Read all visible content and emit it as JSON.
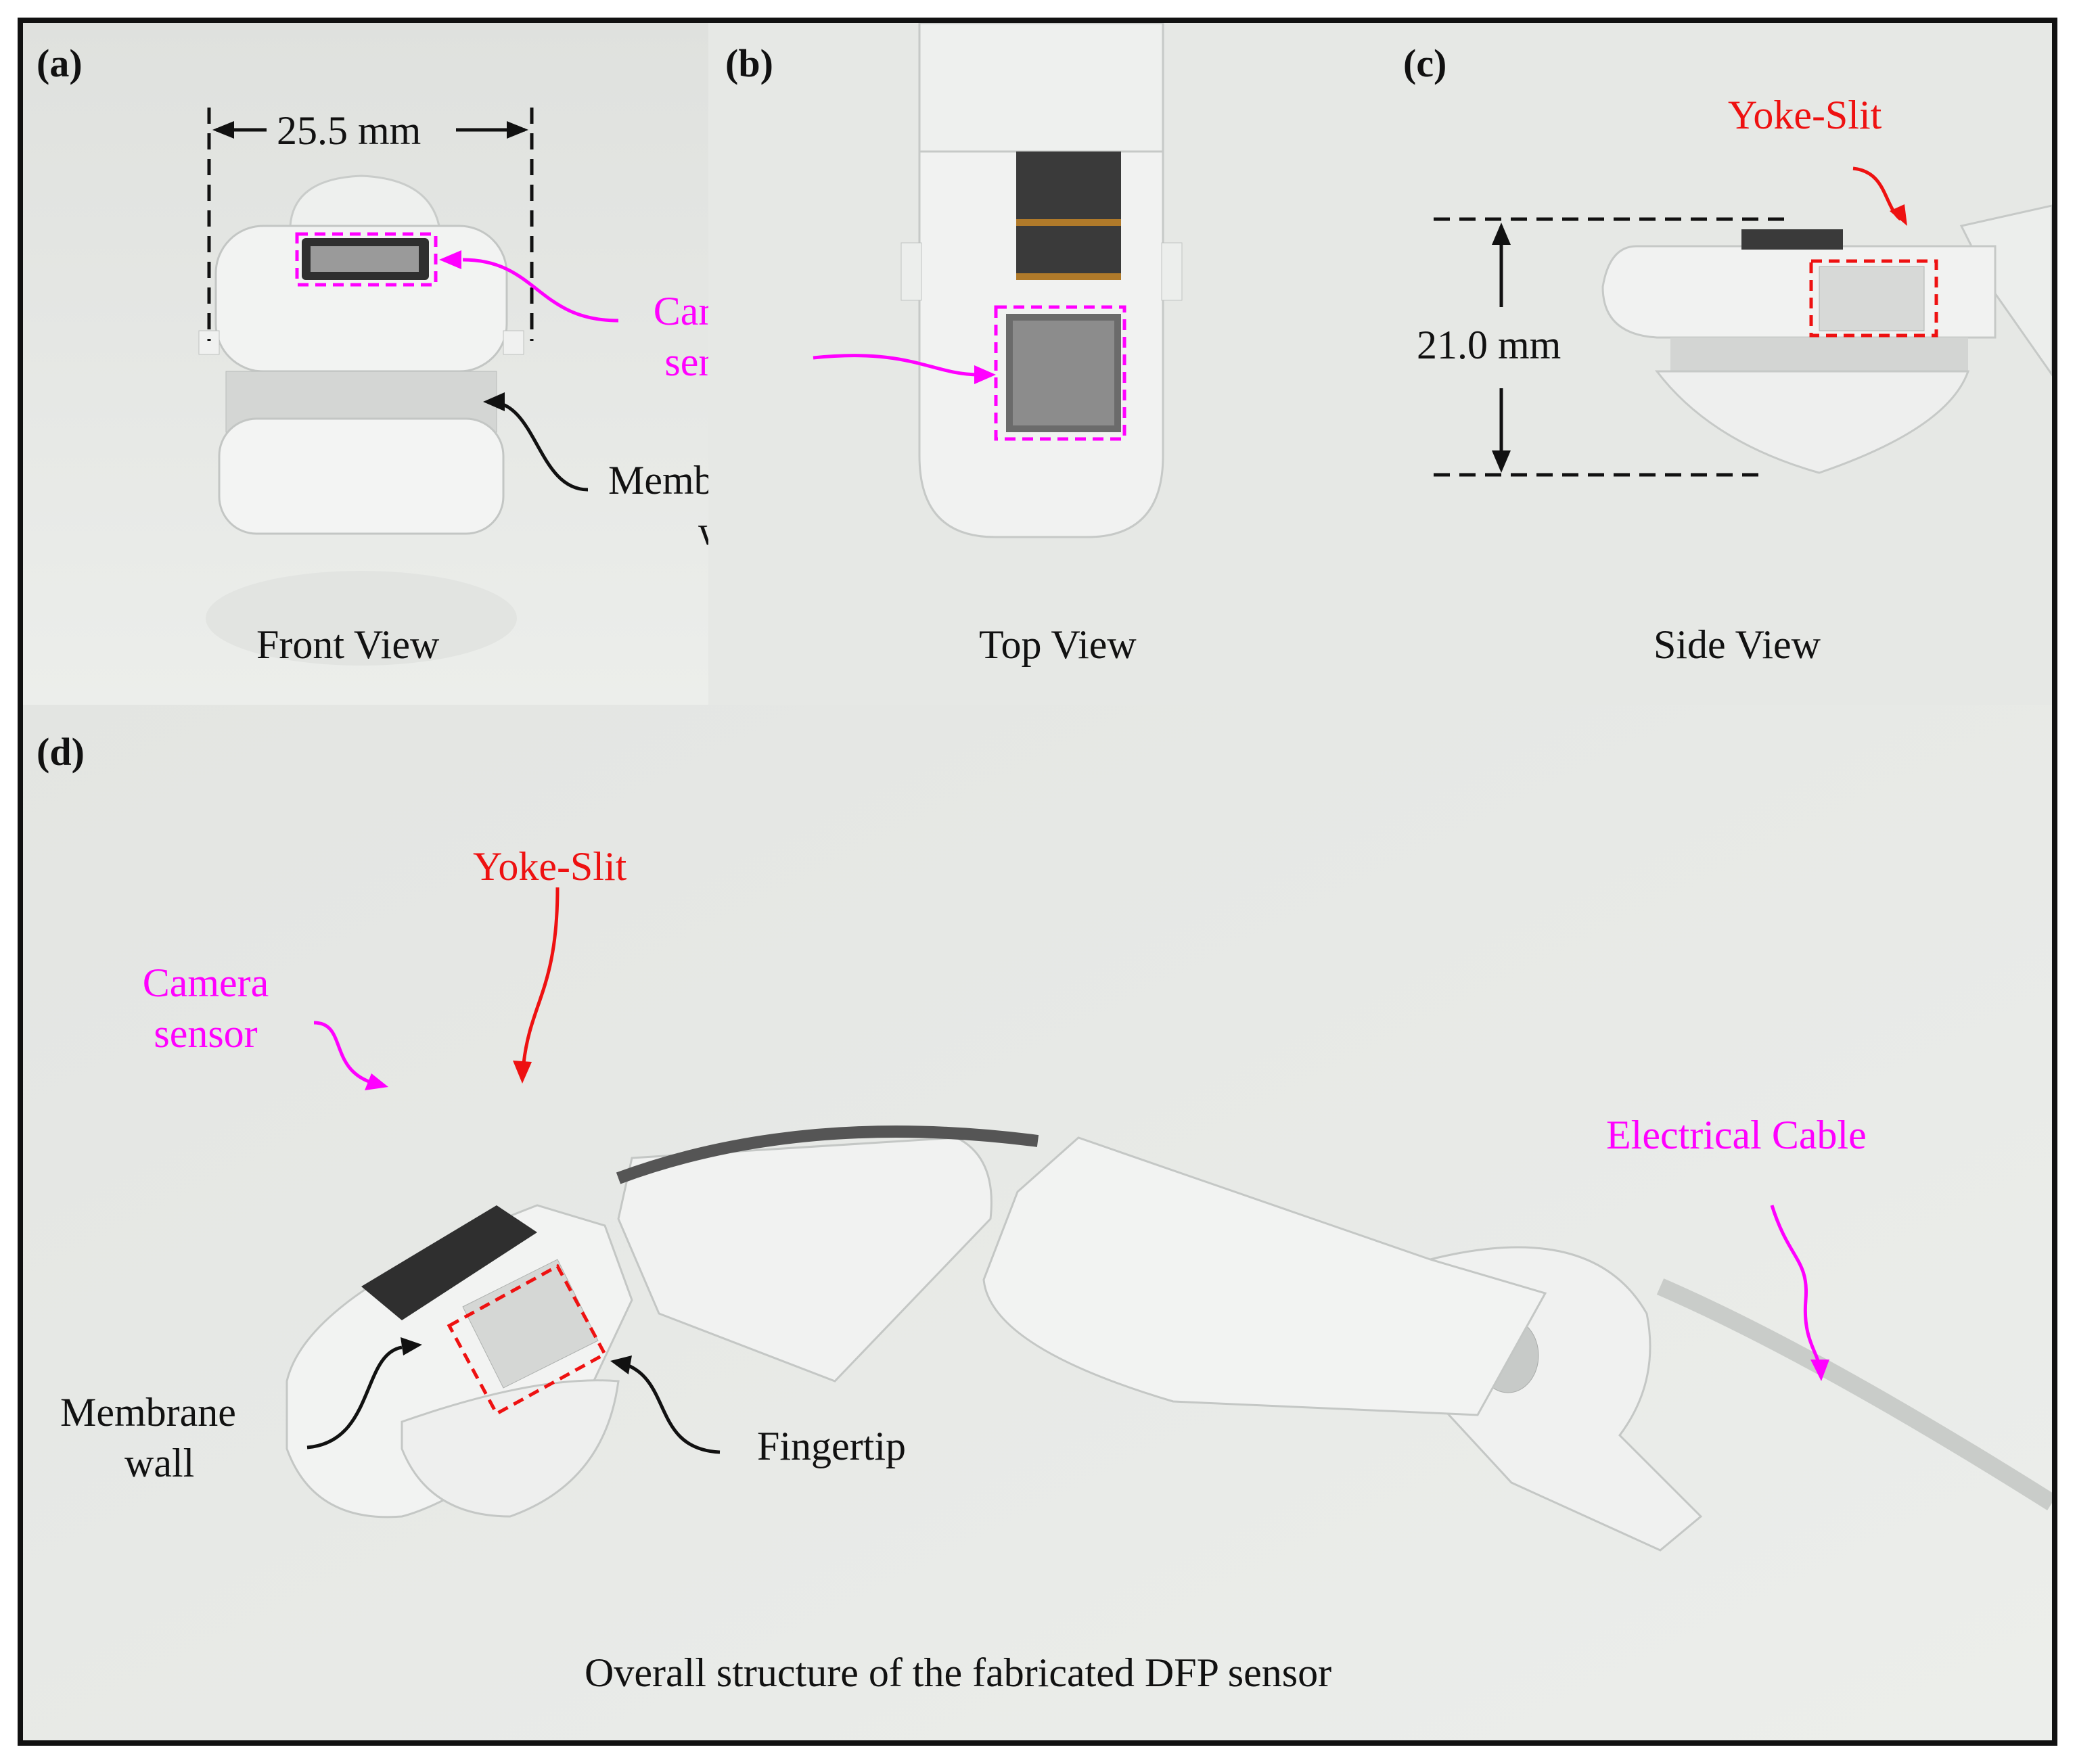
{
  "panels": {
    "a": {
      "label": "(a)",
      "caption": "Front View",
      "dimension": "25.5 mm",
      "camera_label": [
        "Camera",
        "sensor"
      ],
      "membrane_label": [
        "Membrane",
        "wall"
      ]
    },
    "b": {
      "label": "(b)",
      "caption": "Top View"
    },
    "c": {
      "label": "(c)",
      "caption": "Side View",
      "dimension": "21.0 mm",
      "yoke_label": "Yoke-Slit"
    },
    "d": {
      "label": "(d)",
      "caption": "Overall structure of the fabricated DFP sensor",
      "yoke_label": "Yoke-Slit",
      "camera_label": [
        "Camera",
        "sensor"
      ],
      "membrane_label": [
        "Membrane",
        "wall"
      ],
      "fingertip_label": "Fingertip",
      "cable_label": "Electrical Cable"
    }
  },
  "colors": {
    "frame": "#111111",
    "annotation_magenta": "#ff00ff",
    "annotation_red": "#ee1111",
    "background": "#e9ebe8",
    "part_white": "#f2f3f2",
    "part_shadow": "#c9ccca",
    "sensor_dark": "#2c2c2c"
  }
}
